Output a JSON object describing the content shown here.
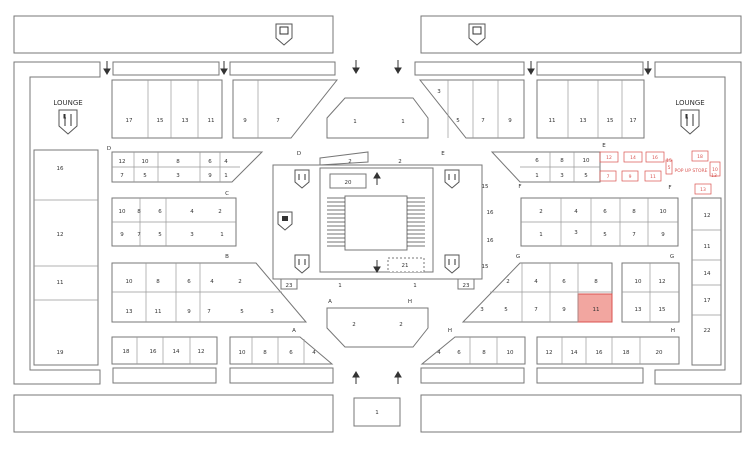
{
  "colors": {
    "stroke": "#777777",
    "fill": "#ffffff",
    "text": "#333333",
    "highlight_fill": "#f2a6a0",
    "highlight_stroke": "#d9534f",
    "popup": "#d9534f",
    "escalator": "#444444"
  },
  "lounge_left": {
    "label": "LOUNGE",
    "icon": "fork-knife-icon"
  },
  "lounge_right": {
    "label": "LOUNGE",
    "icon": "fork-knife-icon"
  },
  "top_icons": [
    "parking-icon",
    "parking-icon"
  ],
  "hub_icons": [
    "restroom-icon",
    "restroom-icon",
    "restroom-icon",
    "restroom-icon",
    "coffee-icon"
  ],
  "section_letters": [
    "A",
    "B",
    "C",
    "D",
    "E",
    "F",
    "G",
    "H",
    "H",
    "A",
    "E",
    "F",
    "G",
    "H"
  ],
  "popup_store": {
    "label": "POP UP STORE",
    "units": [
      "12",
      "14",
      "16",
      "18",
      "13",
      "11",
      "9",
      "7",
      "5",
      "10",
      "15",
      "13"
    ]
  },
  "hub_units": [
    "2",
    "2",
    "20",
    "21",
    "23",
    "23",
    "1",
    "1",
    "15",
    "16",
    "16",
    "15"
  ],
  "units": {
    "top_left_a": [
      "17",
      "15",
      "13",
      "11"
    ],
    "top_left_b": [
      "9",
      "7"
    ],
    "top_center": [
      "1",
      "1"
    ],
    "top_right_a": [
      "3",
      "5",
      "7",
      "9"
    ],
    "top_right_b": [
      "11",
      "13",
      "15",
      "17"
    ],
    "left_big": [
      "16",
      "12",
      "11",
      "19"
    ],
    "row_d": [
      "12",
      "10",
      "8",
      "6",
      "4",
      "7",
      "5",
      "3",
      "9",
      "1"
    ],
    "row_c": [
      "10",
      "8",
      "6",
      "4",
      "2",
      "9",
      "7",
      "5",
      "3",
      "1"
    ],
    "row_b": [
      "10",
      "8",
      "6",
      "4",
      "2",
      "13",
      "11",
      "9",
      "7",
      "5",
      "3"
    ],
    "bottom_left_a": [
      "18",
      "16",
      "14",
      "12"
    ],
    "bottom_left_b": [
      "10",
      "8",
      "6",
      "4"
    ],
    "bottom_center": [
      "2",
      "2"
    ],
    "bottom_right_a": [
      "4",
      "6",
      "8",
      "10"
    ],
    "bottom_right_b": [
      "12",
      "14",
      "16",
      "18",
      "20"
    ],
    "row_e": [
      "6",
      "8",
      "10",
      "1",
      "3",
      "5"
    ],
    "row_f": [
      "2",
      "4",
      "6",
      "8",
      "10",
      "1",
      "3",
      "5",
      "7",
      "9"
    ],
    "row_g": [
      "2",
      "4",
      "6",
      "8",
      "3",
      "5",
      "7",
      "9",
      "11"
    ],
    "row_g2": [
      "10",
      "12",
      "13",
      "15"
    ],
    "right_column": [
      "12",
      "11",
      "14",
      "17",
      "22"
    ],
    "bottom_entrance": "1"
  }
}
